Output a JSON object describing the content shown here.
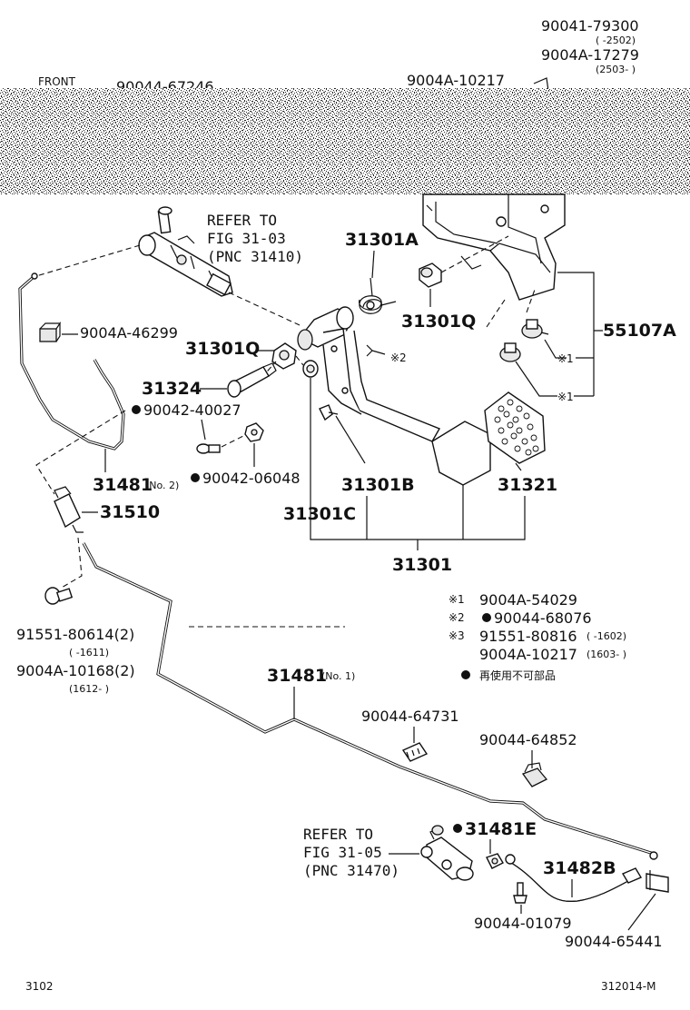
{
  "labels": {
    "front": "FRONT",
    "p_90041_79300": "90041-79300",
    "p_90041_79300_range": "(        -2502)",
    "p_9004A_17279": "9004A-17279",
    "p_9004A_17279_range": "(2503-        )",
    "p_90044_67246": "90044-67246",
    "p_9004A_10217_top": "9004A-10217",
    "refer_1_line1": "REFER TO",
    "refer_1_line2": "FIG 31-03",
    "refer_1_line3": "(PNC 31410)",
    "p_31301A": "31301A",
    "p_9004A_46299": "9004A-46299",
    "p_31301Q_right": "31301Q",
    "p_31301Q_left": "31301Q",
    "p_55107A": "55107A",
    "mark_2_pedal": "※2",
    "mark_1_upper": "※1",
    "mark_1_lower": "※1",
    "p_31324": "31324",
    "p_90042_40027": "90042-40027",
    "p_31481_no2": "31481",
    "no2": "(No. 2)",
    "p_90042_06048": "90042-06048",
    "p_31301B": "31301B",
    "p_31321": "31321",
    "p_31510": "31510",
    "p_31301C": "31301C",
    "p_31301": "31301",
    "legend_1_mark": "※1",
    "legend_1_part": "9004A-54029",
    "legend_2_mark": "※2",
    "legend_2_part": "90044-68076",
    "legend_3_mark": "※3",
    "legend_3_part": "91551-80816",
    "legend_3_range": "(        -1602)",
    "legend_3b_part": "9004A-10217",
    "legend_3b_range": "(1603-        )",
    "legend_dot_text": "再使用不可部品",
    "p_91551_80614": "91551-80614(2)",
    "p_91551_80614_range": "(        -1611)",
    "p_9004A_10168": "9004A-10168(2)",
    "p_9004A_10168_range": "(1612-        )",
    "p_31481_no1": "31481",
    "no1": "(No. 1)",
    "p_90044_64731": "90044-64731",
    "p_90044_64852": "90044-64852",
    "refer_2_line1": "REFER TO",
    "refer_2_line2": "FIG 31-05",
    "refer_2_line3": "(PNC 31470)",
    "p_31481E": "31481E",
    "p_31482B": "31482B",
    "p_90044_01079": "90044-01079",
    "p_90044_65441": "90044-65441",
    "footer_left": "3102",
    "footer_right": "312014-M"
  }
}
